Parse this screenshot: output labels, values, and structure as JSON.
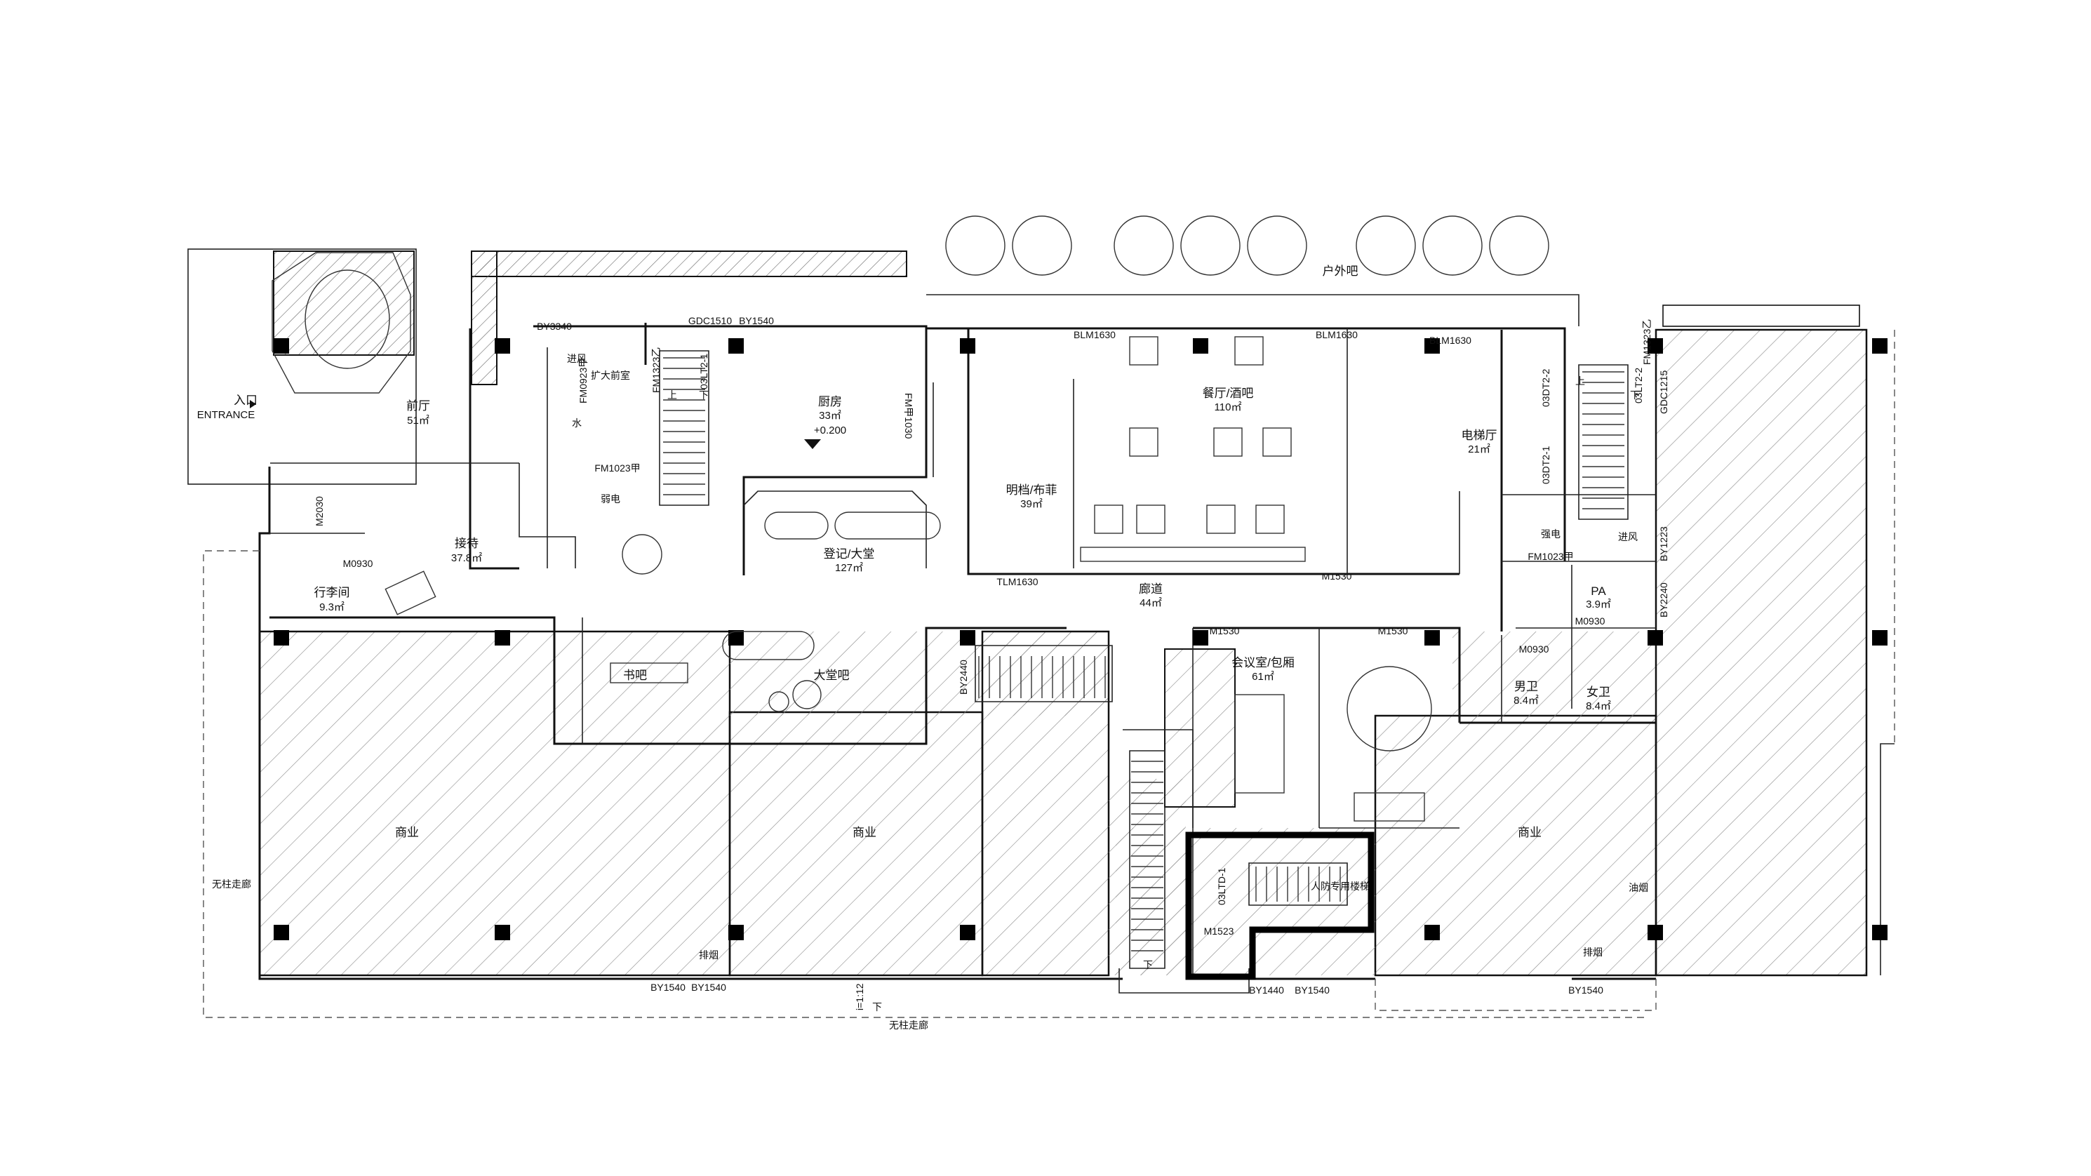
{
  "colors": {
    "line": "#111111",
    "hatch": "#8a8a8a",
    "background": "#ffffff"
  },
  "entrance": {
    "cn": "入口",
    "en": "ENTRANCE"
  },
  "rooms": [
    {
      "id": "qianting",
      "name": "前厅",
      "area": "51㎡"
    },
    {
      "id": "jiedai",
      "name": "接待",
      "area": "37.8㎡"
    },
    {
      "id": "xingli",
      "name": "行李间",
      "area": "9.3㎡"
    },
    {
      "id": "chufang",
      "name": "厨房",
      "area": "33㎡",
      "extra": "+0.200"
    },
    {
      "id": "dengji",
      "name": "登记/大堂",
      "area": "127㎡"
    },
    {
      "id": "mingdang",
      "name": "明档/布菲",
      "area": "39㎡"
    },
    {
      "id": "canting",
      "name": "餐厅/酒吧",
      "area": "110㎡"
    },
    {
      "id": "huwai",
      "name": "户外吧"
    },
    {
      "id": "dianti",
      "name": "电梯厅",
      "area": "21㎡"
    },
    {
      "id": "langdao",
      "name": "廊道",
      "area": "44㎡"
    },
    {
      "id": "shuba",
      "name": "书吧"
    },
    {
      "id": "datangba",
      "name": "大堂吧"
    },
    {
      "id": "huiyi",
      "name": "会议室/包厢",
      "area": "61㎡"
    },
    {
      "id": "nanwei",
      "name": "男卫",
      "area": "8.4㎡"
    },
    {
      "id": "nvwei",
      "name": "女卫",
      "area": "8.4㎡"
    },
    {
      "id": "pa",
      "name": "PA",
      "area": "3.9㎡"
    },
    {
      "id": "shangye1",
      "name": "商业"
    },
    {
      "id": "shangye2",
      "name": "商业"
    },
    {
      "id": "shangye3",
      "name": "商业"
    }
  ],
  "labels": {
    "jinfeng1": "进风",
    "jinfeng2": "进风",
    "kuoda": "扩大前室",
    "shui": "水",
    "ruodian": "弱电",
    "qiangdian": "强电",
    "paiyan1": "排烟",
    "paiyan2": "排烟",
    "youyan": "油烟",
    "renfang": "人防专用楼梯",
    "zouliang1": "无柱走廊",
    "zouliang2": "无柱走廊",
    "shang1": "上",
    "xia1": "下",
    "shang2": "上",
    "xia2": "下",
    "xia3": "下",
    "xia4": "下"
  },
  "door_tags": {
    "by3340": "BY3340",
    "gdc1510": "GDC1510",
    "by1540_a": "BY1540",
    "fm0923": "FM0923甲",
    "fm1323a": "FM1323乙",
    "lt12": "03LT2-1",
    "fm1023a": "FM1023甲",
    "fm1030": "FM甲1030",
    "blm1630a": "BLM1630",
    "blm1630b": "BLM1630",
    "blm1630c": "BLM1630",
    "fm1323b": "FM1323乙",
    "lt22": "03LT2-2",
    "gdc1215": "GDC1215",
    "dt2": "03DT2-2",
    "dt1": "03DT2-1",
    "fm1023b": "FM1023甲",
    "by1223": "BY1223",
    "by2240": "BY2240",
    "m2030": "M2030",
    "m0930a": "M0930",
    "tlm1630": "TLM1630",
    "m1530a": "M1530",
    "m1530b": "M1530",
    "m1530c": "M1530",
    "m0930b": "M0930",
    "m0930c": "M0930",
    "by2440": "BY2440",
    "ltd1": "03LTD-1",
    "m1523": "M1523",
    "by1540_b": "BY1540",
    "by1540_c": "BY1540",
    "by1440": "BY1440",
    "by1540_d": "BY1540",
    "by1540_e": "BY1540",
    "slope": "i=1:12"
  }
}
